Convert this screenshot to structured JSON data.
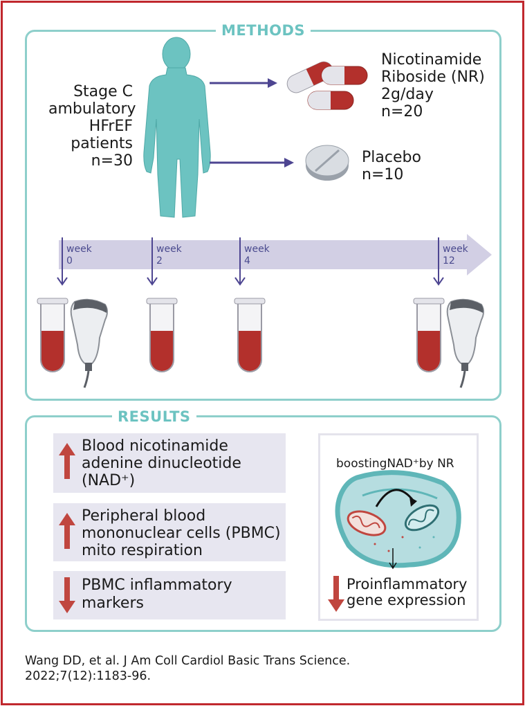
{
  "methods": {
    "title": "METHODS",
    "patients": [
      "Stage C",
      "ambulatory",
      "HFrEF",
      "patients",
      "n=30"
    ],
    "treatment": [
      "Nicotinamide",
      "Riboside (NR)",
      "2g/day",
      "n=20"
    ],
    "placebo": [
      "Placebo",
      "n=10"
    ],
    "timeline": [
      {
        "label": "week",
        "value": "0"
      },
      {
        "label": "week",
        "value": "2"
      },
      {
        "label": "week",
        "value": "4"
      },
      {
        "label": "week",
        "value": "12"
      }
    ]
  },
  "results": {
    "title": "RESULTS",
    "items": [
      {
        "direction": "up",
        "lines": [
          "Blood nicotinamide",
          "adenine dinucleotide",
          "(NAD⁺)"
        ]
      },
      {
        "direction": "up",
        "lines": [
          "Peripheral blood",
          "mononuclear cells (PBMC)",
          "mito respiration"
        ]
      },
      {
        "direction": "down",
        "lines": [
          "PBMC inflammatory",
          "markers"
        ]
      }
    ],
    "cell_caption": "boostingNAD⁺by NR",
    "cell_effect": [
      "Proinflammatory",
      "gene expression"
    ]
  },
  "colors": {
    "frame": "#c0272d",
    "panel_border": "#8ecfcb",
    "panel_title": "#6cc3c1",
    "person": "#6cc3c1",
    "arrow": "#4d4591",
    "timeline_band": "#d2cfe4",
    "result_box": "#e7e6f0",
    "indicator_arrow": "#c0463f",
    "blood": "#b3302c"
  },
  "citation": [
    "Wang DD, et al. J Am Coll Cardiol Basic Trans Science.",
    "2022;7(12):1183-96."
  ]
}
